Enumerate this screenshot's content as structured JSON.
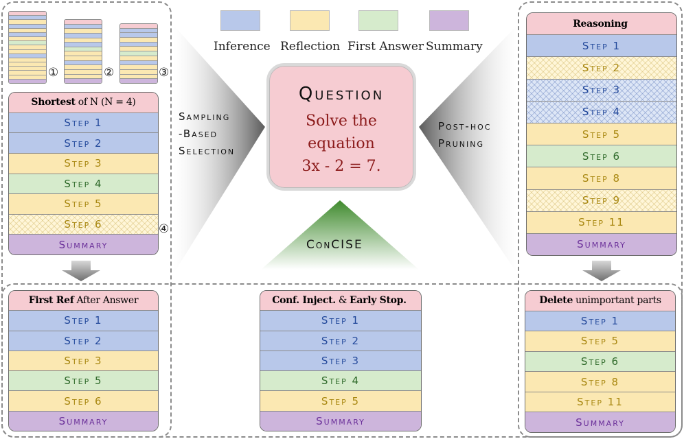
{
  "legend": [
    {
      "label": "Inference",
      "color": "#b8c8ea"
    },
    {
      "label": "Reflection",
      "color": "#fbe8b2"
    },
    {
      "label": "First Answer",
      "color": "#d6ebcc"
    },
    {
      "label": "Summary",
      "color": "#cdb5dc"
    }
  ],
  "question": {
    "title": "Question",
    "lines": [
      "Solve the",
      "equation",
      "3x - 2 = 7."
    ]
  },
  "methods": {
    "sampling": [
      "Sampling",
      "-Based",
      "Selection"
    ],
    "posthoc": [
      "Post-hoc",
      "Pruning"
    ],
    "concise": "ConCISE"
  },
  "sample_markers": [
    "①",
    "②",
    "③",
    "④"
  ],
  "shortest": {
    "title_bold": "Shortest",
    "title_rest": "of  N (N = 4)",
    "rows": [
      {
        "label": "Step 1",
        "type": "inference"
      },
      {
        "label": "Step 2",
        "type": "inference"
      },
      {
        "label": "Step 3",
        "type": "reflection"
      },
      {
        "label": "Step 4",
        "type": "first-answer"
      },
      {
        "label": "Step 5",
        "type": "reflection"
      },
      {
        "label": "Step 6",
        "type": "reflection-hatched"
      },
      {
        "label": "Summary",
        "type": "summary"
      }
    ]
  },
  "first_ref": {
    "title_bold": "First Ref",
    "title_rest": "After Answer",
    "rows": [
      {
        "label": "Step 1",
        "type": "inference"
      },
      {
        "label": "Step 2",
        "type": "inference"
      },
      {
        "label": "Step 3",
        "type": "reflection"
      },
      {
        "label": "Step 5",
        "type": "first-answer"
      },
      {
        "label": "Step 6",
        "type": "reflection"
      },
      {
        "label": "Summary",
        "type": "summary"
      }
    ]
  },
  "conf_inject": {
    "title_bold": "Conf. Inject.",
    "title_mid": "&",
    "title_bold2": "Early Stop.",
    "rows": [
      {
        "label": "Step 1",
        "type": "inference"
      },
      {
        "label": "Step 2",
        "type": "inference"
      },
      {
        "label": "Step 3",
        "type": "inference"
      },
      {
        "label": "Step 4",
        "type": "first-answer"
      },
      {
        "label": "Step 5",
        "type": "reflection"
      },
      {
        "label": "Summary",
        "type": "summary"
      }
    ]
  },
  "reasoning": {
    "title_bold": "Reasoning",
    "rows": [
      {
        "label": "Step 1",
        "type": "inference"
      },
      {
        "label": "Step 2",
        "type": "reflection-hatched"
      },
      {
        "label": "Step 3",
        "type": "inference-hatched"
      },
      {
        "label": "Step 4",
        "type": "inference-hatched"
      },
      {
        "label": "Step 5",
        "type": "reflection"
      },
      {
        "label": "Step 6",
        "type": "first-answer"
      },
      {
        "label": "Step 8",
        "type": "reflection"
      },
      {
        "label": "Step 9",
        "type": "reflection-hatched"
      },
      {
        "label": "Step 11",
        "type": "reflection"
      },
      {
        "label": "Summary",
        "type": "summary"
      }
    ]
  },
  "delete_parts": {
    "title_bold": "Delete",
    "title_rest": "unimportant parts",
    "rows": [
      {
        "label": "Step 1",
        "type": "inference"
      },
      {
        "label": "Step 5",
        "type": "reflection"
      },
      {
        "label": "Step 6",
        "type": "first-answer"
      },
      {
        "label": "Step 8",
        "type": "reflection"
      },
      {
        "label": "Step 11",
        "type": "reflection"
      },
      {
        "label": "Summary",
        "type": "summary"
      }
    ]
  }
}
